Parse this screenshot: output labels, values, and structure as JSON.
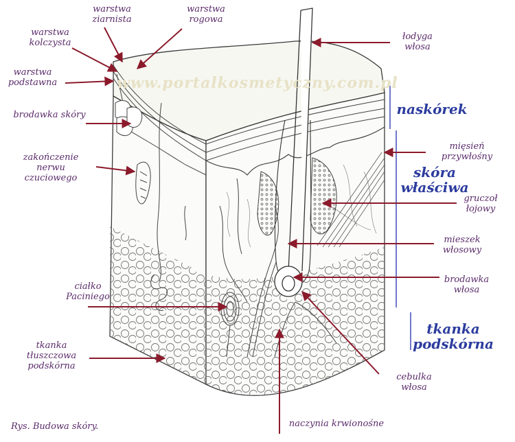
{
  "watermark": "www.portalkosmetyczny.com.pl",
  "caption": "Rys. Budowa skóry.",
  "labels": {
    "warstwa_ziarnista": "warstwa\nziarnista",
    "warstwa_rogowa": "warstwa\nrogowa",
    "lodyga_wlosa": "łodyga\nwłosa",
    "warstwa_kolczysta": "warstwa\nkolczysta",
    "warstwa_podstawna": "warstwa\npodstawna",
    "brodawka_skory": "brodawka skóry",
    "zakonczenie_nerwu": "zakończenie\nnerwu\nczuciowego",
    "miesien_przywlosny": "mięsień\nprzywłośny",
    "gruczol_lojowy": "gruczoł\nłojowy",
    "mieszek_wlosowy": "mieszek\nwłosowy",
    "cialko_paciniego": "ciałko\nPaciniego",
    "brodawka_wlosa": "brodawka\nwłosa",
    "tkanka_tluszczowa": "tkanka\ntłuszczowa\npodskórna",
    "cebulka_wlosa": "cebulka\nwłosa",
    "naczynia_krwionosne": "naczynia krwionośne"
  },
  "layers": {
    "naskorek": "naskórek",
    "skora_wlasciwa": "skóra\nwłaściwa",
    "tkanka_podskorna": "tkanka\npodskórna"
  },
  "colors": {
    "arrow": "#8b1a2b",
    "label_text": "#5a2a6a",
    "layer_text": "#2c3c9e",
    "bracket": "#3040b0",
    "ink": "#3a3a3a"
  }
}
